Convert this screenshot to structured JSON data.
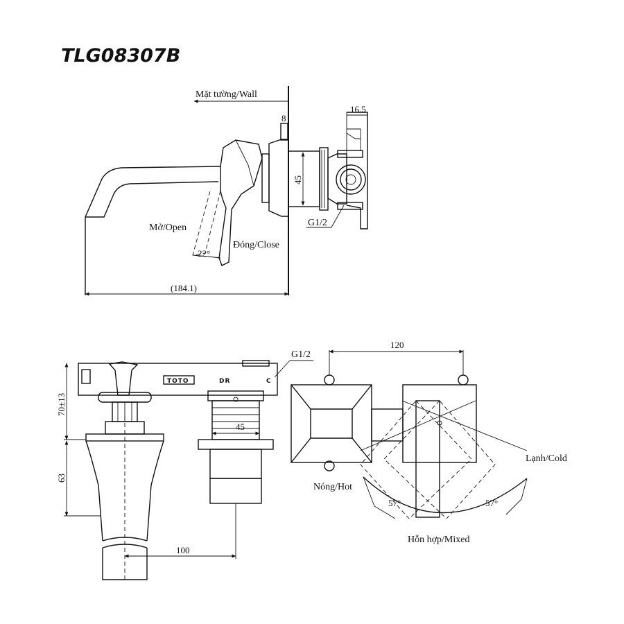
{
  "title": "TLG08307B",
  "side_view": {
    "wall_label": "Mặt tường/Wall",
    "open_label": "Mở/Open",
    "close_label": "Đóng/Close",
    "angle_label": "22°",
    "thread_label": "G1/2",
    "dim_8": "8",
    "dim_16_5": "16.5",
    "dim_45": "45",
    "dim_184_1": "(184.1)"
  },
  "front_view": {
    "thread_label": "G1/2",
    "brand_label": "TOTO",
    "dr_label": "DR",
    "c_label": "C",
    "dim_70": "70±13",
    "dim_45": "45",
    "dim_63": "63",
    "dim_100": "100"
  },
  "top_view": {
    "dim_120": "120",
    "hot_label": "Nóng/Hot",
    "cold_label": "Lạnh/Cold",
    "mixed_label": "Hỗn hợp/Mixed",
    "angle_left": "57°",
    "angle_right": "57°"
  }
}
